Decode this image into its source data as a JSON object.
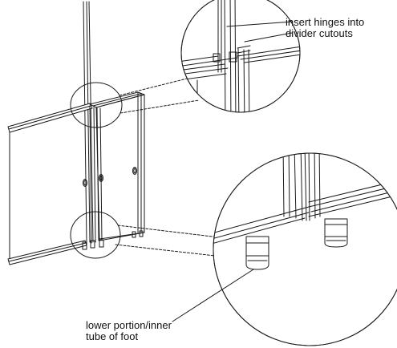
{
  "callouts": {
    "hinge_line1": "insert hinges into",
    "hinge_line2": "divider cutouts",
    "foot_line1": "lower portion/inner",
    "foot_line2": "tube of foot"
  },
  "colors": {
    "line": "#1a1a1a",
    "background": "#ffffff"
  }
}
